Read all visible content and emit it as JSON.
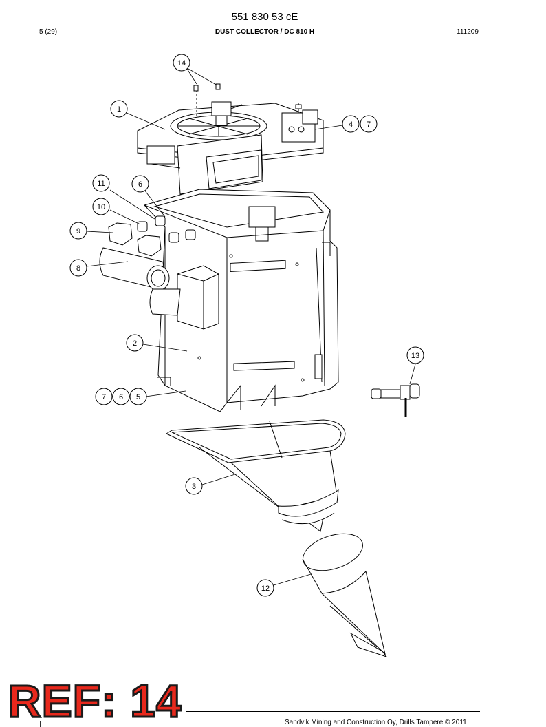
{
  "header": {
    "doc_number": "551 830 53 cE",
    "page": "5 (29)",
    "title": "DUST COLLECTOR / DC 810 H",
    "date": "111209"
  },
  "callouts": [
    "14",
    "1",
    "4",
    "7",
    "11",
    "6",
    "10",
    "9",
    "8",
    "2",
    "13",
    "7",
    "6",
    "5",
    "3",
    "12"
  ],
  "stamp": {
    "text": "REF: 14",
    "color": "#e8281c"
  },
  "footer": {
    "text": "Sandvik Mining and Construction Oy, Drills Tampere © 2011"
  }
}
